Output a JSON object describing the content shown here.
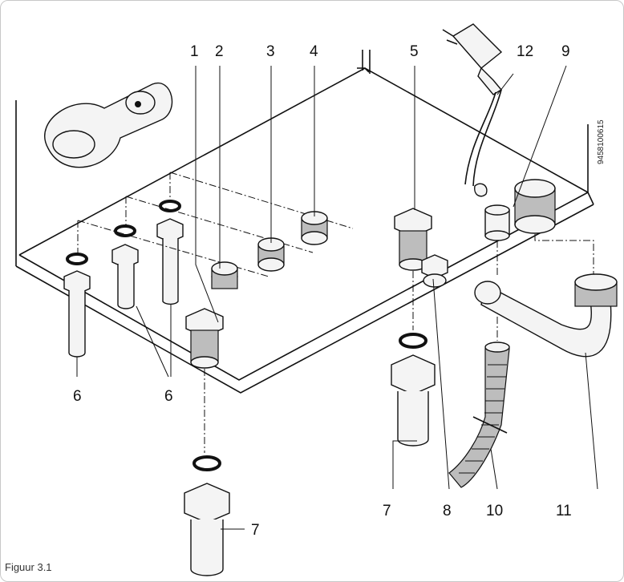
{
  "figure": {
    "caption": "Figuur 3.1",
    "document_number": "9458100615"
  },
  "callouts": {
    "c1": "1",
    "c2": "2",
    "c3": "3",
    "c4": "4",
    "c5": "5",
    "c6a": "6",
    "c6b": "6",
    "c7a": "7",
    "c7b": "7",
    "c8": "8",
    "c9": "9",
    "c10": "10",
    "c11": "11",
    "c12": "12"
  },
  "colors": {
    "line": "#111111",
    "part_fill": "#f4f4f4",
    "shade": "#bdbdbd",
    "frame": "#c8c8c8"
  }
}
